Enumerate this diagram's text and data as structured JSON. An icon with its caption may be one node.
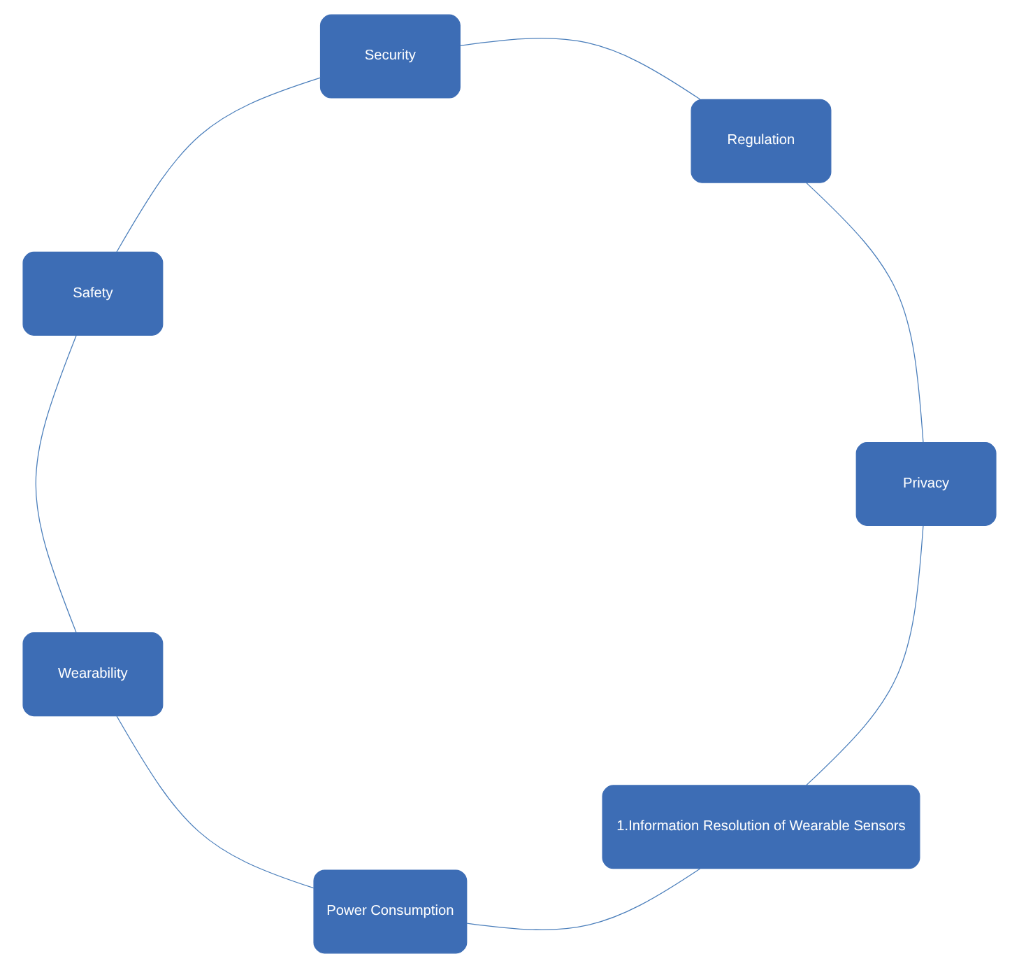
{
  "diagram": {
    "nodes": [
      {
        "text": [
          "1.Information Resolution of Wearable Sensors"
        ]
      },
      {
        "text": [
          "Power Consumption"
        ]
      },
      {
        "text": [
          "Wearability"
        ]
      },
      {
        "text": [
          "Safety"
        ]
      },
      {
        "text": [
          "Security"
        ]
      },
      {
        "text": [
          "Regulation"
        ]
      },
      {
        "text": [
          "Privacy"
        ]
      }
    ],
    "edges": [
      {
        "from": 0,
        "to": 1,
        "arrow": "none"
      },
      {
        "from": 1,
        "to": 2,
        "arrow": "none"
      },
      {
        "from": 2,
        "to": 3,
        "arrow": "none"
      },
      {
        "from": 3,
        "to": 4,
        "arrow": "none"
      },
      {
        "from": 4,
        "to": 5,
        "arrow": "none"
      },
      {
        "from": 5,
        "to": 6,
        "arrow": "none"
      },
      {
        "from": 6,
        "to": 0,
        "arrow": "none"
      }
    ]
  }
}
